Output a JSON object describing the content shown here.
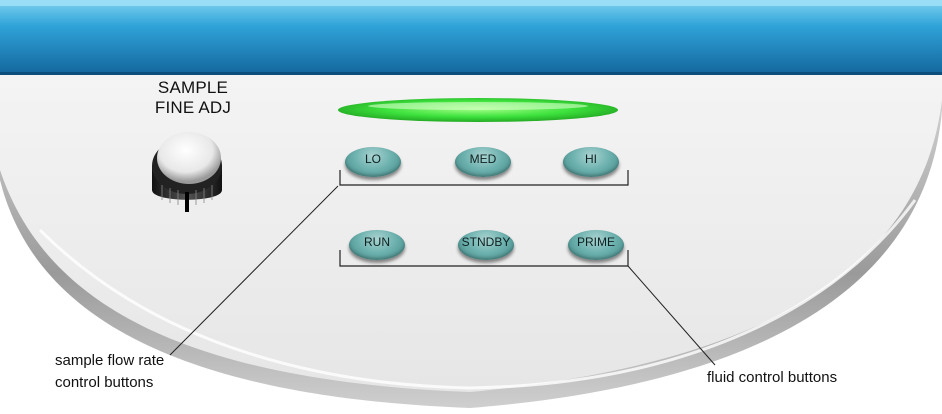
{
  "knob": {
    "label_line1": "SAMPLE",
    "label_line2": "FINE ADJ"
  },
  "sample_flow_buttons": [
    {
      "label": "LO"
    },
    {
      "label": "MED"
    },
    {
      "label": "HI"
    }
  ],
  "fluid_control_buttons": [
    {
      "label": "RUN"
    },
    {
      "label": "STNDBY"
    },
    {
      "label": "PRIME"
    }
  ],
  "callouts": {
    "sample_flow_line1": "sample flow rate",
    "sample_flow_line2": "control buttons",
    "fluid_control": "fluid control buttons"
  },
  "colors": {
    "header_blue": "#1f86c4",
    "panel_gray": "#ececec",
    "button_teal": "#6fb3b0",
    "indicator_green": "#3de23d"
  }
}
